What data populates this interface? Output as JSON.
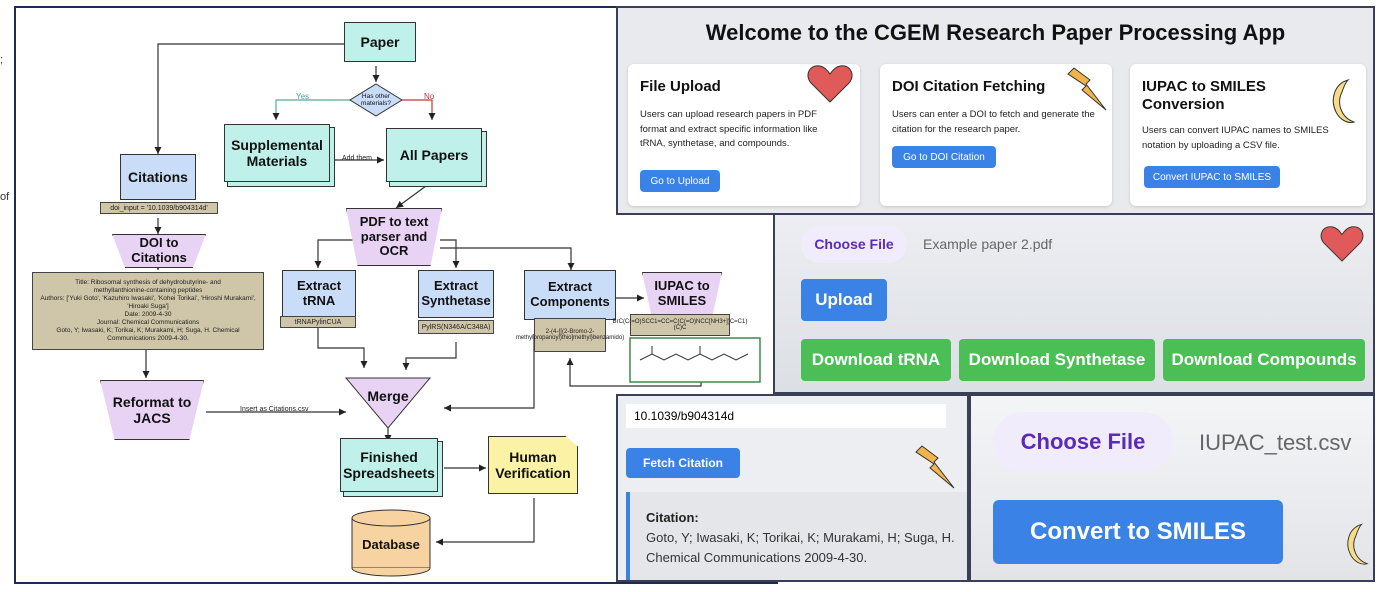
{
  "page_edge": {
    "frag1": ";",
    "frag2": "of"
  },
  "flowchart": {
    "nodes": {
      "paper": "Paper",
      "decision": "Has other materials?",
      "supplemental": "Supplemental Materials",
      "all_papers": "All Papers",
      "citations": "Citations",
      "doi_to_citations": "DOI to Citations",
      "pdf_parser": "PDF to text parser and OCR",
      "extract_trna": "Extract tRNA",
      "extract_synthetase": "Extract Synthetase",
      "extract_components": "Extract Components",
      "iupac_to_smiles": "IUPAC to SMILES",
      "reformat": "Reformat to JACS",
      "merge": "Merge",
      "finished": "Finished Spreadsheets",
      "human": "Human Verification",
      "database": "Database"
    },
    "edge_labels": {
      "yes": "Yes",
      "no": "No",
      "add_them": "Add them",
      "insert": "Insert as Citations.csv"
    },
    "tags": {
      "doi_input": "doi_input = '10.1039/b904314d'",
      "citation_lines": [
        "Title: Ribosomal synthesis of dehydrobutyrine- and",
        "methyllanthionine-containing peptides",
        "Authors: ['Yuki Goto', 'Kazuhiro Iwasaki', 'Kohei Torikai', 'Hiroshi Murakami',",
        "'Hiroaki Suga']",
        "Date: 2009-4-30",
        "Journal: Chemical Communications",
        "Goto, Y; Iwasaki, K; Torikai, K; Murakami, H; Suga, H. Chemical",
        "Communications 2009-4-30."
      ],
      "trna": "tRNAPylinCUA",
      "synthetase": "PylRS(N346A/C348A)",
      "components": "2-(4-{[(2-Bromo-2-methylpropanoyl)thio]methyl}benzamido)",
      "smiles": "BrC(C(=O)SCC1=CC=C(C(=O)NCC[NH3+])C=C1)(C)C"
    },
    "colors": {
      "teal": "#bff1ea",
      "blue": "#c9dcf8",
      "purple": "#e8d3f5",
      "tan": "#cfc5a8",
      "yellow": "#fbf2a6",
      "orange": "#f6d3a0"
    }
  },
  "welcome": {
    "title": "Welcome to the CGEM Research Paper Processing App",
    "cards": [
      {
        "title": "File Upload",
        "text": "Users can upload research papers in PDF format and extract specific information like tRNA, synthetase, and compounds.",
        "button": "Go to Upload",
        "icon": "heart-icon"
      },
      {
        "title": "DOI Citation Fetching",
        "text": "Users can enter a DOI to fetch and generate the citation for the research paper.",
        "button": "Go to DOI Citation",
        "icon": "lightning-icon"
      },
      {
        "title": "IUPAC to SMILES Conversion",
        "text": "Users can convert IUPAC names to SMILES notation by uploading a CSV file.",
        "button": "Convert IUPAC to SMILES",
        "icon": "moon-icon"
      }
    ]
  },
  "upload_panel": {
    "choose_file": "Choose File",
    "file_name": "Example paper 2.pdf",
    "upload": "Upload",
    "downloads": [
      "Download tRNA",
      "Download Synthetase",
      "Download Compounds"
    ]
  },
  "doi_panel": {
    "input_value": "10.1039/b904314d",
    "fetch_button": "Fetch Citation",
    "citation_label": "Citation:",
    "citation_line1": "Goto, Y; Iwasaki, K; Torikai, K; Murakami, H; Suga, H.",
    "citation_line2": "Chemical Communications 2009-4-30."
  },
  "iupac_panel": {
    "choose_file": "Choose File",
    "file_name": "IUPAC_test.csv",
    "convert_button": "Convert to SMILES"
  },
  "accent_colors": {
    "button_blue": "#3b82e6",
    "button_green": "#4bbf55",
    "heart": "#e05a5a",
    "lightning": "#f2b44a",
    "moon": "#f6dc86"
  }
}
